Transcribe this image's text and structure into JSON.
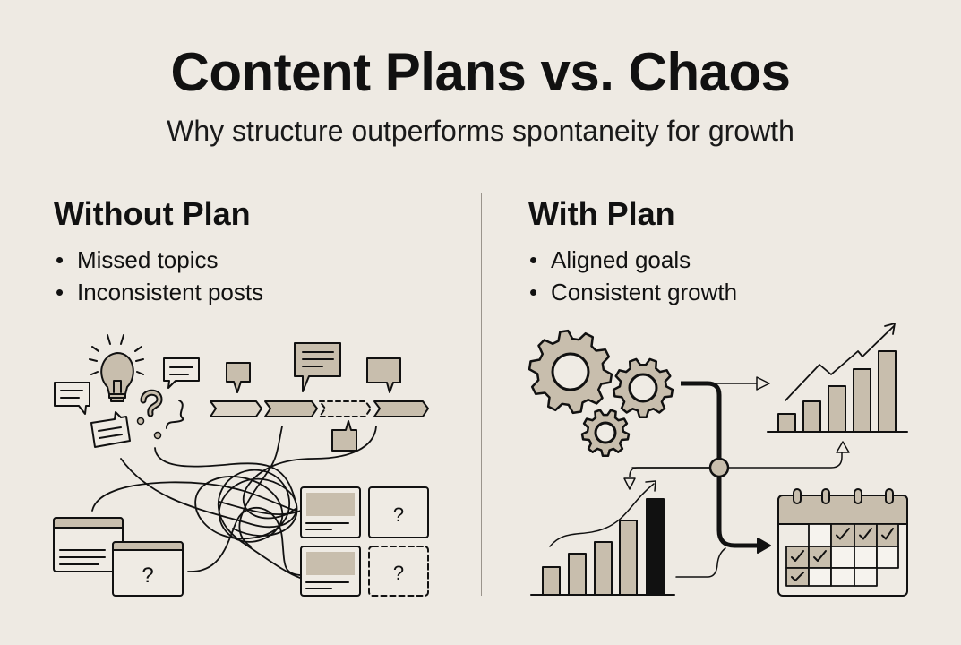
{
  "title": "Content Plans vs. Chaos",
  "subtitle": "Why structure outperforms spontaneity for growth",
  "left": {
    "heading": "Without Plan",
    "bullets": [
      "Missed topics",
      "Inconsistent posts"
    ],
    "unknown_mark": "?"
  },
  "right": {
    "heading": "With Plan",
    "bullets": [
      "Aligned goals",
      "Consistent growth"
    ]
  },
  "colors": {
    "background": "#eeeae3",
    "fill": "#c8bead",
    "ink": "#111111"
  }
}
